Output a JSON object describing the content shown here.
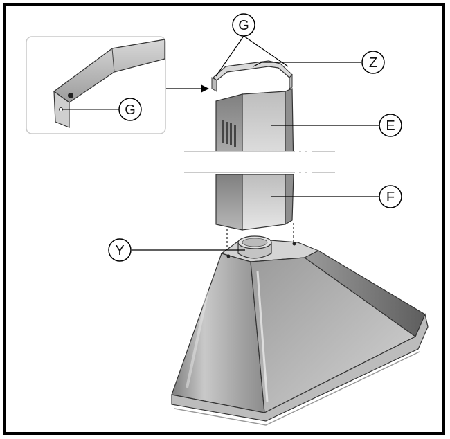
{
  "labels": {
    "g_inset": "G",
    "g_top": "G",
    "z": "Z",
    "e": "E",
    "f": "F",
    "y": "Y"
  }
}
